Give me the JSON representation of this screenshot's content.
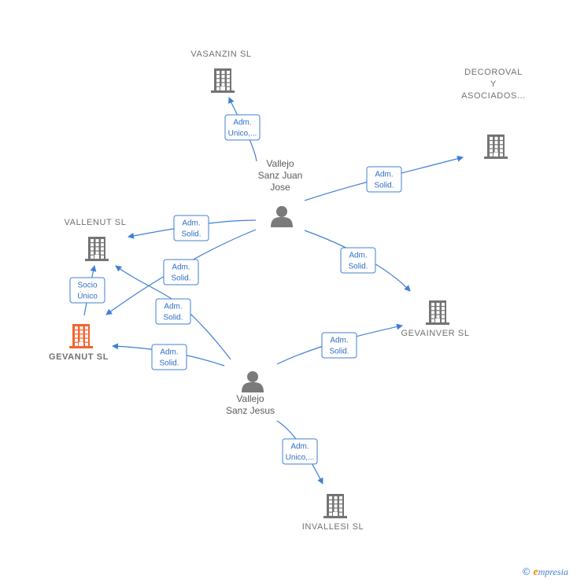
{
  "colors": {
    "company": "#747474",
    "focus": "#f26430",
    "person": "#7a7a7a",
    "edge": "#3f7fd6"
  },
  "nodes": [
    {
      "id": "vasanzin",
      "kind": "company",
      "label_lines": [
        "VASANZIN  SL"
      ]
    },
    {
      "id": "decoroval",
      "kind": "company",
      "label_lines": [
        "DECOROVAL",
        "Y",
        "ASOCIADOS..."
      ]
    },
    {
      "id": "vallenut",
      "kind": "company",
      "label_lines": [
        "VALLENUT  SL"
      ]
    },
    {
      "id": "gevanut",
      "kind": "company",
      "focus": true,
      "label_lines": [
        "GEVANUT  SL"
      ]
    },
    {
      "id": "gevainver",
      "kind": "company",
      "label_lines": [
        "GEVAINVER  SL"
      ]
    },
    {
      "id": "invallesi",
      "kind": "company",
      "label_lines": [
        "INVALLESI  SL"
      ]
    },
    {
      "id": "juanjose",
      "kind": "person",
      "label_lines": [
        "Vallejo",
        "Sanz Juan",
        "Jose"
      ]
    },
    {
      "id": "jesus",
      "kind": "person",
      "label_lines": [
        "Vallejo",
        "Sanz Jesus"
      ]
    }
  ],
  "edges": [
    {
      "id": "jj-vasanzin",
      "from": "juanjose",
      "to": "vasanzin",
      "label_lines": [
        "Adm.",
        "Unico,..."
      ]
    },
    {
      "id": "jj-decoroval",
      "from": "juanjose",
      "to": "decoroval",
      "label_lines": [
        "Adm.",
        "Solid."
      ]
    },
    {
      "id": "jj-vallenut",
      "from": "juanjose",
      "to": "vallenut",
      "label_lines": [
        "Adm.",
        "Solid."
      ]
    },
    {
      "id": "jj-gevanut",
      "from": "juanjose",
      "to": "gevanut",
      "label_lines": [
        "Adm.",
        "Solid."
      ]
    },
    {
      "id": "jj-gevainver",
      "from": "juanjose",
      "to": "gevainver",
      "label_lines": [
        "Adm.",
        "Solid."
      ]
    },
    {
      "id": "gevanut-vallenut",
      "from": "gevanut",
      "to": "vallenut",
      "label_lines": [
        "Socio",
        "Único"
      ]
    },
    {
      "id": "jesus-vallenut",
      "from": "jesus",
      "to": "vallenut",
      "label_lines": [
        "Adm.",
        "Solid."
      ]
    },
    {
      "id": "jesus-gevanut",
      "from": "jesus",
      "to": "gevanut",
      "label_lines": [
        "Adm.",
        "Solid."
      ]
    },
    {
      "id": "jesus-gevainver",
      "from": "jesus",
      "to": "gevainver",
      "label_lines": [
        "Adm.",
        "Solid."
      ]
    },
    {
      "id": "jesus-invallesi",
      "from": "jesus",
      "to": "invallesi",
      "label_lines": [
        "Adm.",
        "Unico,..."
      ]
    }
  ],
  "footer": {
    "copyright": "©",
    "brand_first": "e",
    "brand_rest": "mpresia"
  }
}
